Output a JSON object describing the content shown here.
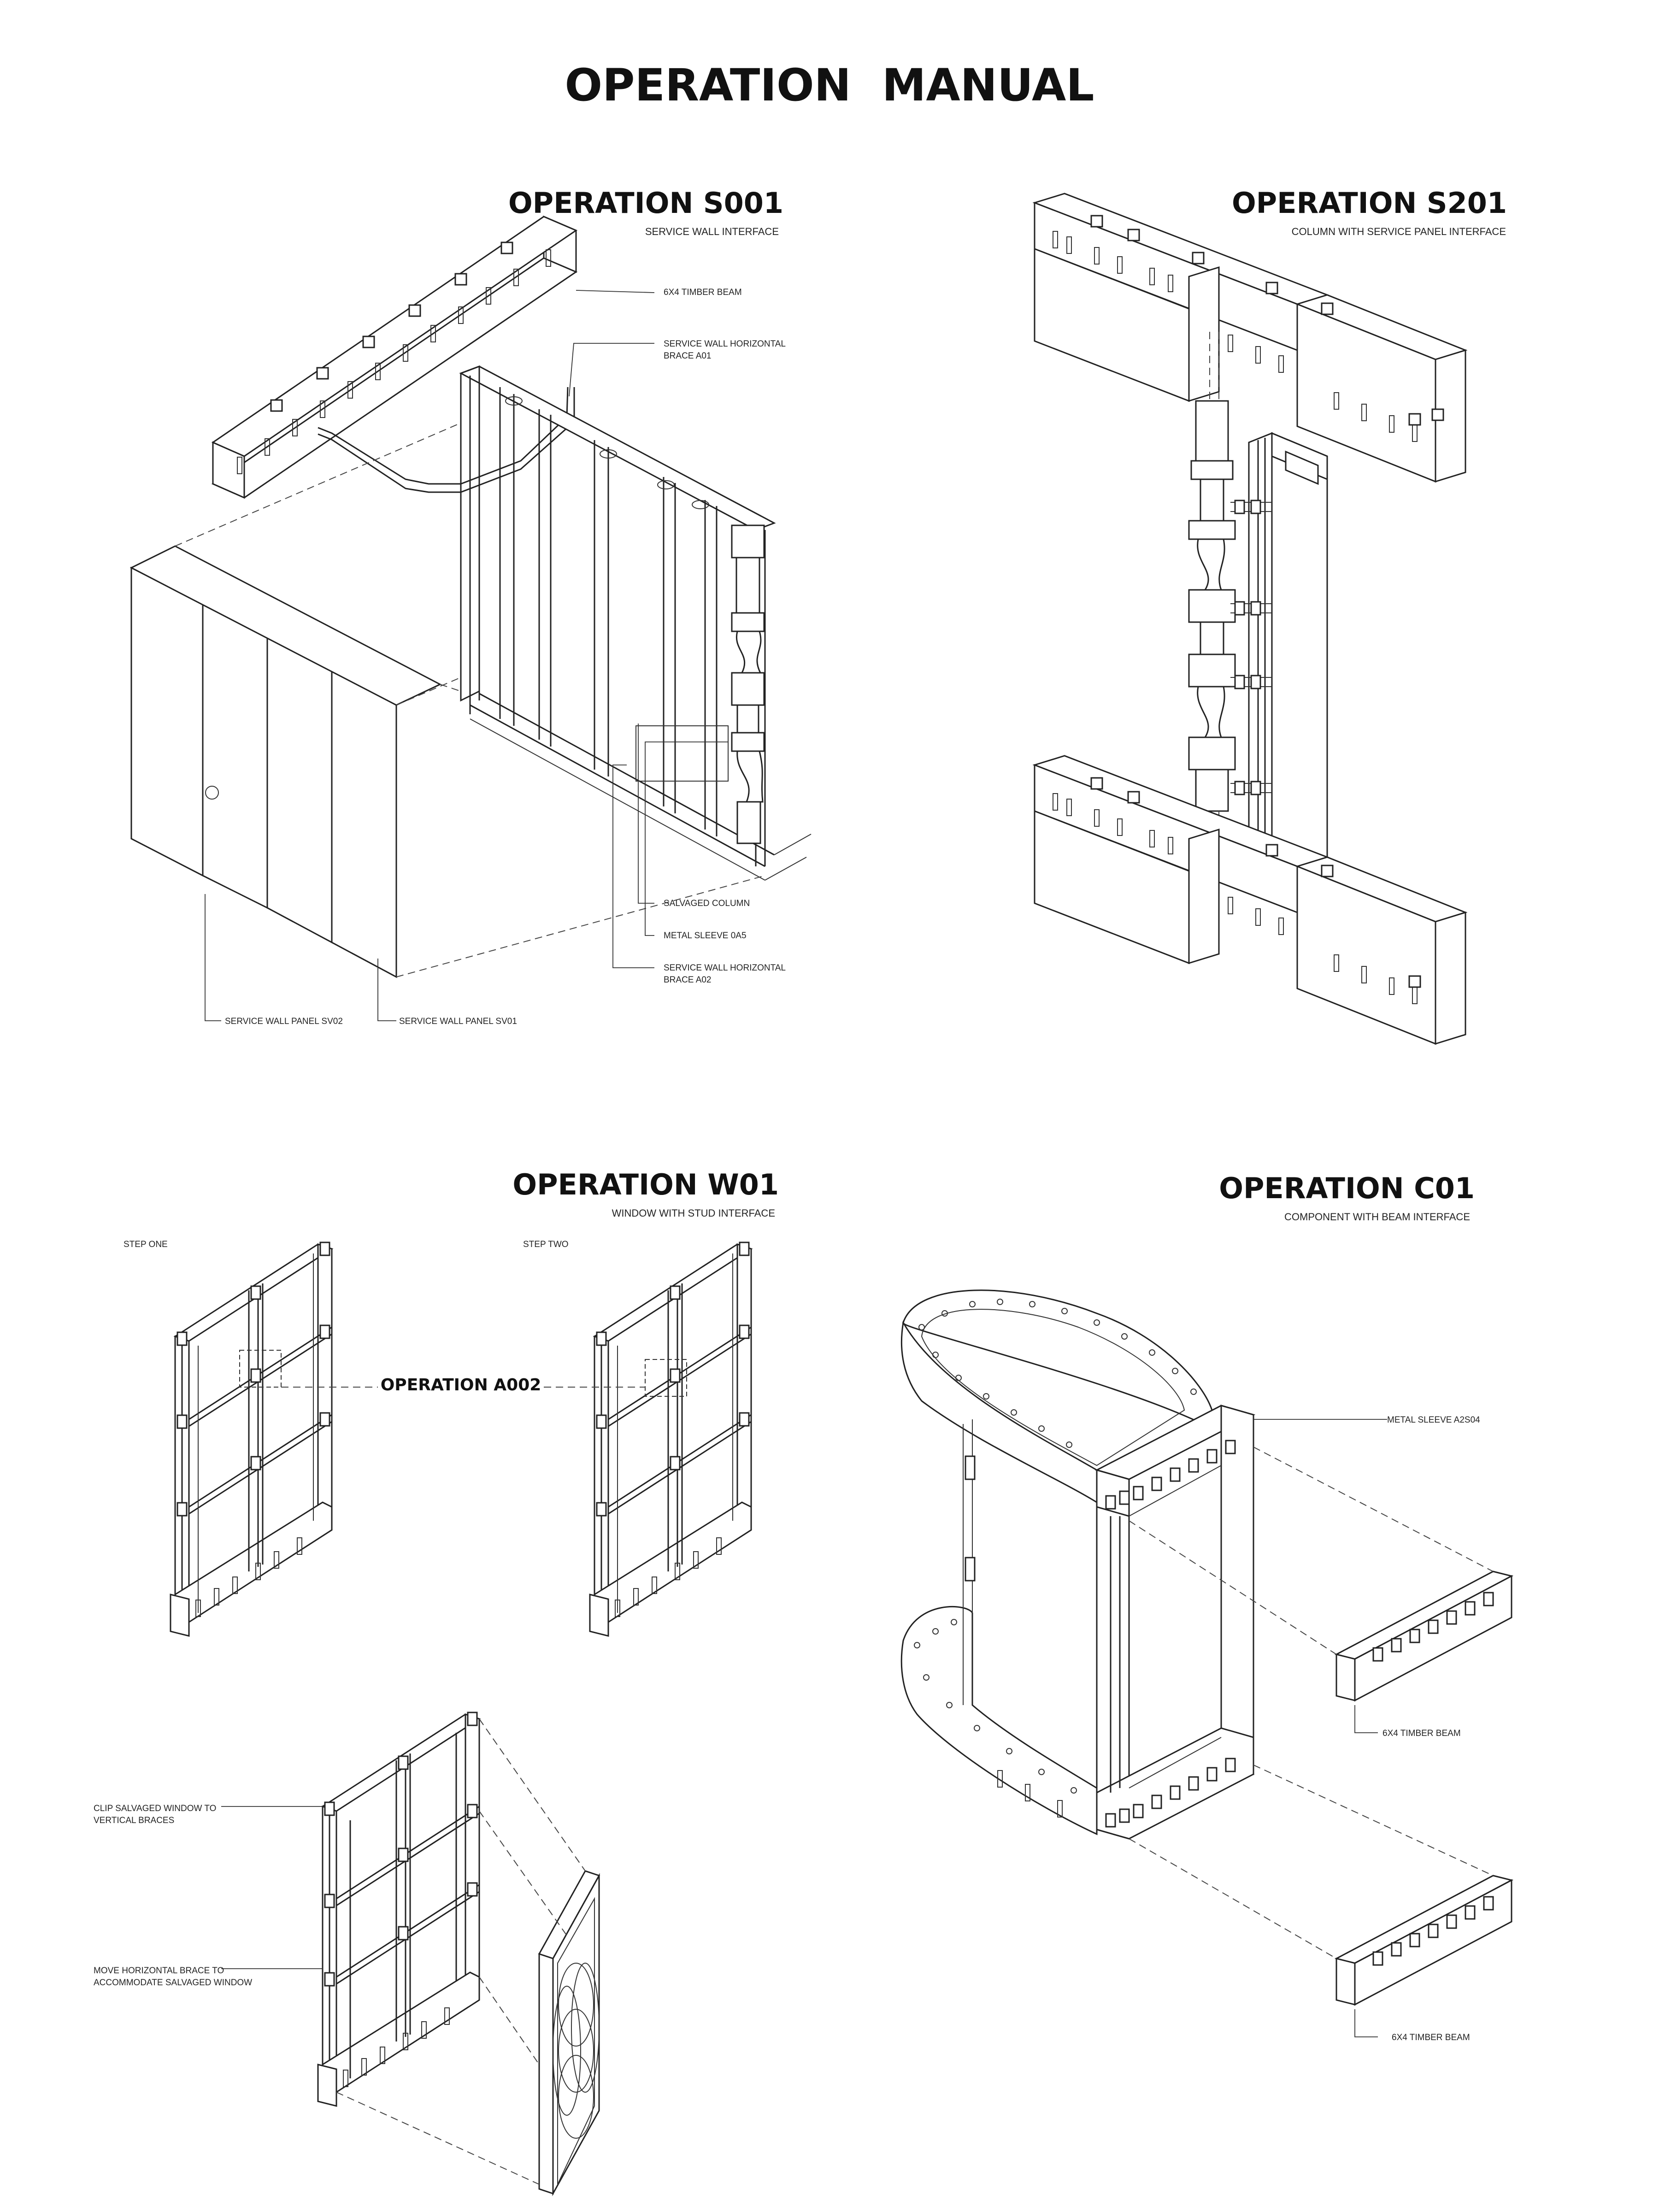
{
  "page": {
    "title": "OPERATION  MANUAL",
    "accent_color": "#111111"
  },
  "ops": {
    "s001": {
      "title": "OPERATION S001",
      "subtitle": "SERVICE WALL INTERFACE",
      "labels": {
        "beam": "6X4 TIMBER BEAM",
        "brace_a01_1": "SERVICE WALL HORIZONTAL",
        "brace_a01_2": "BRACE A01",
        "column": "SALVAGED COLUMN",
        "sleeve": "METAL SLEEVE 0A5",
        "brace_a02_1": "SERVICE WALL HORIZONTAL",
        "brace_a02_2": "BRACE A02",
        "panel_sv02": "SERVICE WALL PANEL SV02",
        "panel_sv01": "SERVICE WALL PANEL SV01"
      }
    },
    "s201": {
      "title": "OPERATION S201",
      "subtitle": "COLUMN WITH SERVICE PANEL INTERFACE"
    },
    "w01": {
      "title": "OPERATION W01",
      "subtitle": "WINDOW WITH STUD INTERFACE",
      "step_one": "STEP ONE",
      "step_two": "STEP TWO",
      "a002": "OPERATION A002",
      "clip_1": "CLIP SALVAGED WINDOW TO",
      "clip_2": "VERTICAL BRACES",
      "move_1": "MOVE HORIZONTAL BRACE TO",
      "move_2": "ACCOMMODATE SALVAGED WINDOW"
    },
    "c01": {
      "title": "OPERATION C01",
      "subtitle": "COMPONENT WITH BEAM INTERFACE",
      "sleeve": "METAL SLEEVE A2S04",
      "beam_1": "6X4 TIMBER BEAM",
      "beam_2": "6X4 TIMBER BEAM"
    }
  }
}
